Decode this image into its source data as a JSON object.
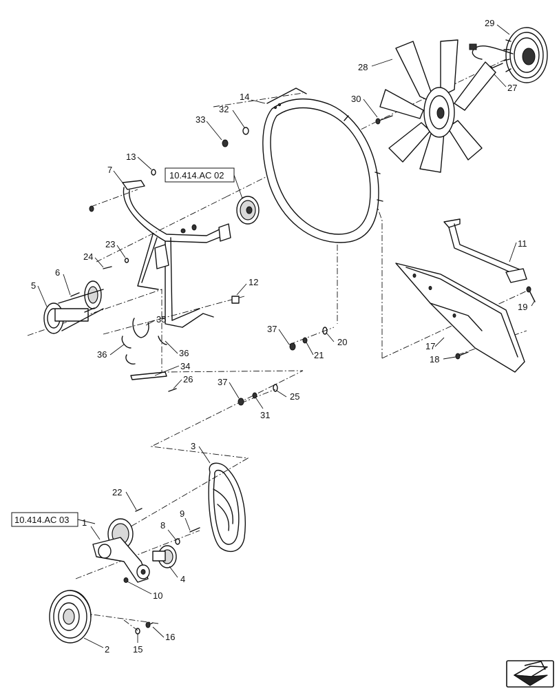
{
  "references": [
    "10.414.AC 02",
    "10.414.AC 03"
  ],
  "callouts": [
    "1",
    "2",
    "3",
    "4",
    "5",
    "6",
    "7",
    "8",
    "9",
    "10",
    "11",
    "12",
    "13",
    "14",
    "15",
    "16",
    "17",
    "18",
    "19",
    "20",
    "21",
    "22",
    "23",
    "24",
    "25",
    "26",
    "27",
    "28",
    "29",
    "30",
    "31",
    "32",
    "33",
    "34",
    "35",
    "36",
    "37"
  ],
  "nav_icon": "next-page-arrow-icon"
}
